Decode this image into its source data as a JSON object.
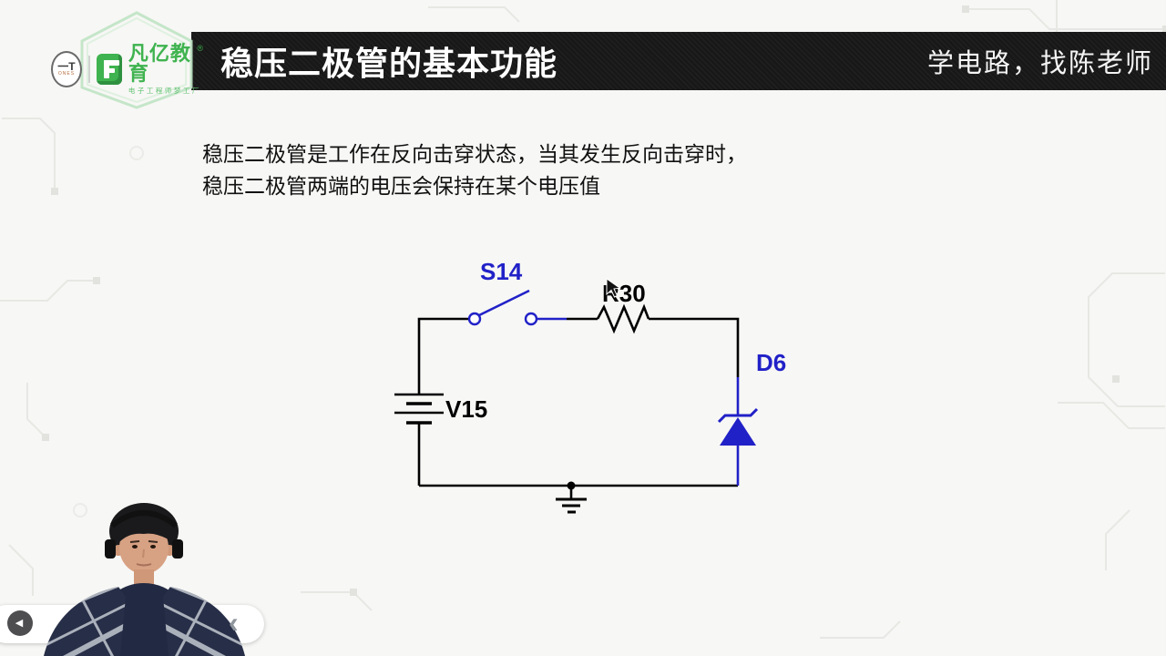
{
  "header": {
    "title": "稳压二极管的基本功能",
    "slogan": "学电路，找陈老师",
    "logo": {
      "badge_text": "一T",
      "badge_sub": "ONES",
      "brand": "凡亿教育",
      "registered": "®",
      "tagline": "电子工程师梦工厂"
    }
  },
  "content": {
    "line1": "稳压二极管是工作在反向击穿状态，当其发生反向击穿时，",
    "line2": "稳压二极管两端的电压会保持在某个电压值"
  },
  "circuit": {
    "switch_label": "S14",
    "resistor_label": "R30",
    "diode_label": "D6",
    "source_label": "V15",
    "component_color": "#2121c8",
    "wire_color": "#000000"
  },
  "player": {
    "prev_icon": "◀",
    "back_icon": "‹"
  },
  "colors": {
    "header_bar": "#181818",
    "brand_green": "#3fb34f",
    "trace_gray": "#e7e7e4"
  }
}
